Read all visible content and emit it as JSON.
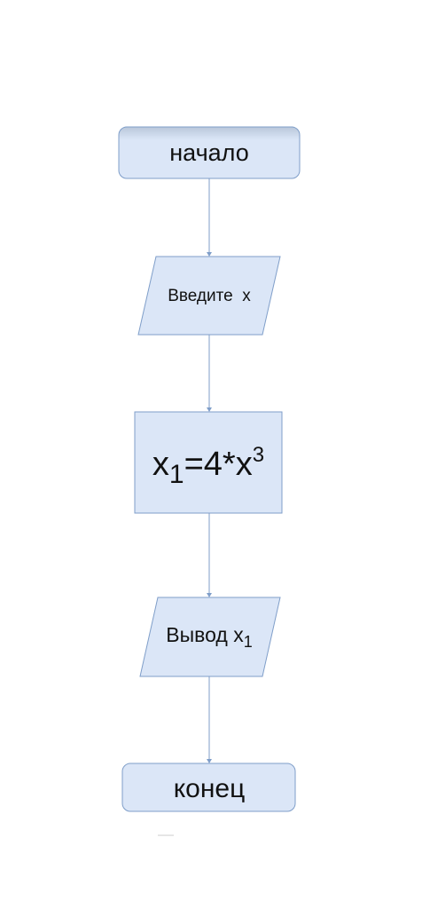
{
  "diagram": {
    "type": "flowchart",
    "nodes": [
      {
        "id": "start",
        "shape": "terminal",
        "label": "начало"
      },
      {
        "id": "input",
        "shape": "io",
        "label": "Введите  x"
      },
      {
        "id": "process",
        "shape": "process",
        "label_main": "x",
        "label_sub1": "1",
        "label_mid": "=4*x",
        "label_sup": "3"
      },
      {
        "id": "output",
        "shape": "io",
        "label_main": "Вывод x",
        "label_sub": "1"
      },
      {
        "id": "end",
        "shape": "terminal",
        "label": "конец"
      }
    ],
    "edges": [
      {
        "from": "start",
        "to": "input"
      },
      {
        "from": "input",
        "to": "process"
      },
      {
        "from": "process",
        "to": "output"
      },
      {
        "from": "output",
        "to": "end"
      }
    ],
    "colors": {
      "fill": "#dbe6f7",
      "stroke": "#7f9ec9",
      "text": "#111111"
    }
  }
}
